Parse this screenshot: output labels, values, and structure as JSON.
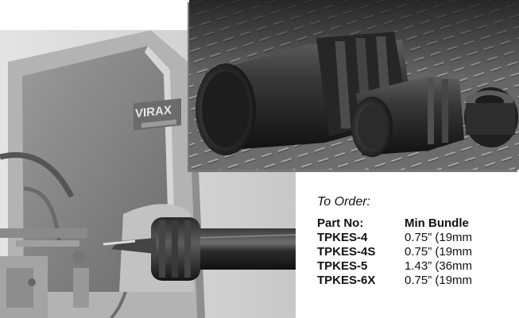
{
  "brand": {
    "logo_text": "VIRAX"
  },
  "order": {
    "title": "To Order:",
    "columns": [
      "Part No:",
      "Min Bundle"
    ],
    "rows": [
      {
        "part": "TPKES-4",
        "bundle": "0.75” (19mm"
      },
      {
        "part": "TPKES-4S",
        "bundle": "0.75” (19mm"
      },
      {
        "part": "TPKES-5",
        "bundle": "1.43” (36mm"
      },
      {
        "part": "TPKES-6X",
        "bundle": "0.75” (19mm"
      }
    ]
  }
}
